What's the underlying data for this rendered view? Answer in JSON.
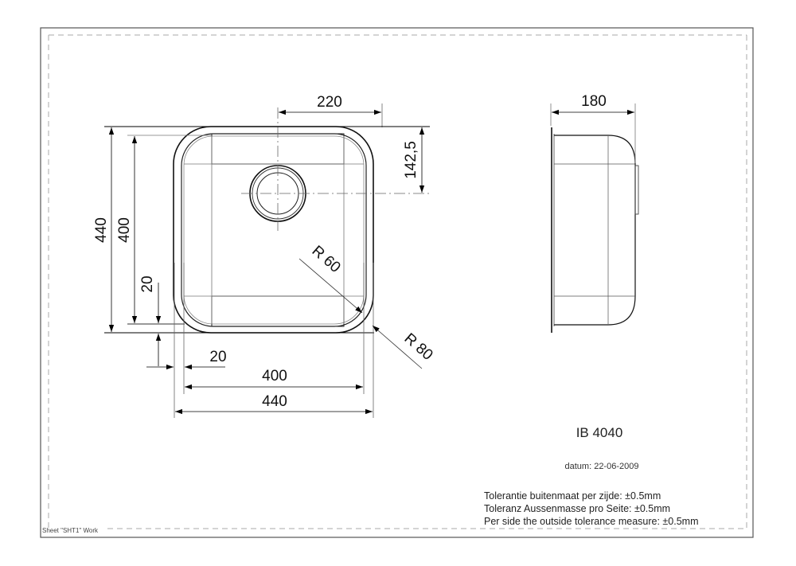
{
  "sheet": {
    "footer_label": "Sheet \"SHT1\" Work"
  },
  "title_block": {
    "model": "IB 4040",
    "date_label": "datum: 22-06-2009",
    "tolerance_notes": [
      "Tolerantie buitenmaat per zijde: ±0.5mm",
      "Toleranz Aussenmasse pro Seite: ±0.5mm",
      "Per side the outside tolerance measure: ±0.5mm"
    ]
  },
  "top_view": {
    "dimensions": {
      "drain_offset_x": "220",
      "drain_offset_y": "142,5",
      "outer_height": "440",
      "inner_height": "400",
      "rim_bottom": "20",
      "rim_side": "20",
      "inner_width": "400",
      "outer_width": "440",
      "inner_radius": "R 60",
      "outer_radius": "R 80"
    }
  },
  "side_view": {
    "dimensions": {
      "depth": "180"
    }
  }
}
